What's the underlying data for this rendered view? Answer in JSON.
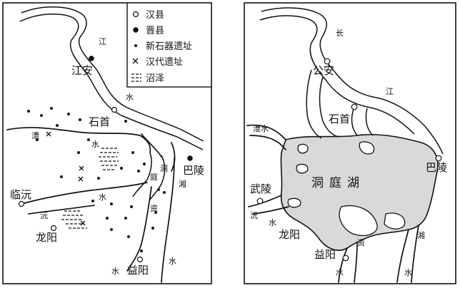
{
  "left_map": {
    "legend": {
      "han_county": "汉县",
      "jin_county": "晋县",
      "neolithic_site": "新石器遗址",
      "han_site": "汉代遗址",
      "marsh": "沼泽"
    },
    "places": {
      "jiangan": "江安",
      "shishou": "石首",
      "balin": "巴陵",
      "linyuan": "临沅",
      "longyang": "龙阳",
      "yiyang": "益阳"
    },
    "rivers": {
      "jiang": "江",
      "shui_main": "水",
      "li": "澧",
      "li_shui": "水",
      "dong": "洞",
      "ting": "庭",
      "xiang": "湘",
      "yuan": "沅",
      "yuan_shui": "水",
      "zi": "资",
      "zi_shui": "水",
      "xiang_shui": "水"
    }
  },
  "right_map": {
    "places": {
      "gongan": "公安",
      "shishou": "石首",
      "balin": "巴陵",
      "wuling": "武陵",
      "longyang": "龙阳",
      "yiyang": "益阳"
    },
    "rivers": {
      "chang": "长",
      "jiang": "江",
      "lishui": "澧水",
      "yuan": "沅",
      "yuan_shui": "水",
      "zi": "资",
      "xiang": "湘",
      "shui_a": "水",
      "shui_b": "水"
    },
    "lake": "洞庭湖"
  }
}
